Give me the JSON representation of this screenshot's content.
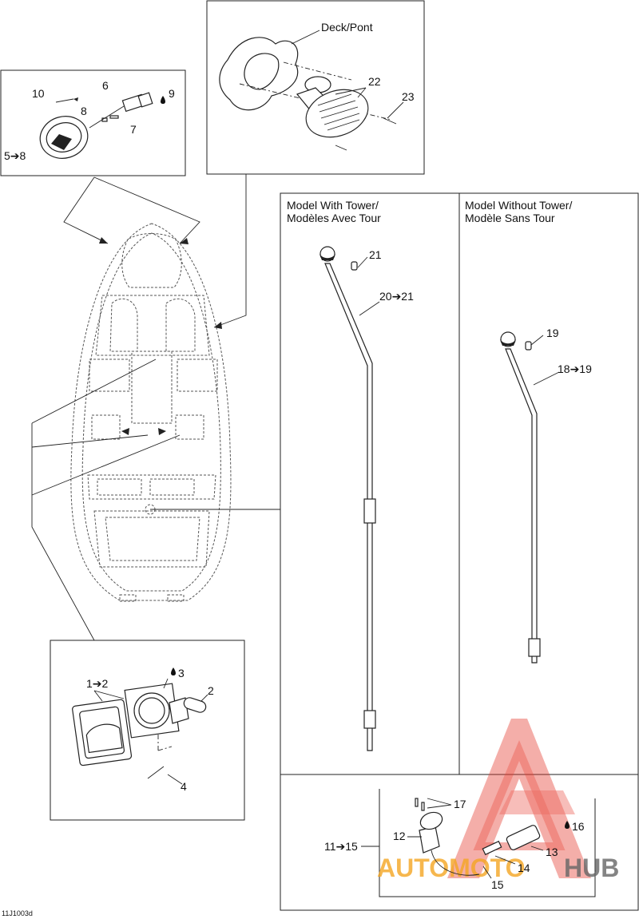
{
  "diagram_code": "11J1003d",
  "deck_label": "Deck/Pont",
  "tower_section": {
    "line1": "Model With Tower/",
    "line2": "Modèles Avec Tour"
  },
  "no_tower_section": {
    "line1": "Model Without Tower/",
    "line2": "Modèle Sans Tour"
  },
  "callouts": {
    "c10": "10",
    "c6": "6",
    "c9": "9",
    "c8": "8",
    "c7": "7",
    "c5_8": "5➔8",
    "c22": "22",
    "c23": "23",
    "c21": "21",
    "c20_21": "20➔21",
    "c19": "19",
    "c18_19": "18➔19",
    "c1_2": "1➔2",
    "c3": "3",
    "c2": "2",
    "c4": "4",
    "c17": "17",
    "c12": "12",
    "c11_15": "11➔15",
    "c16": "16",
    "c13": "13",
    "c14": "14",
    "c15": "15"
  },
  "watermark": {
    "part1": "AUTOMOTO",
    "part2": "HUB",
    "color_red": "#e63b2e",
    "color_orange": "#f5a623",
    "color_gray": "#666666"
  }
}
